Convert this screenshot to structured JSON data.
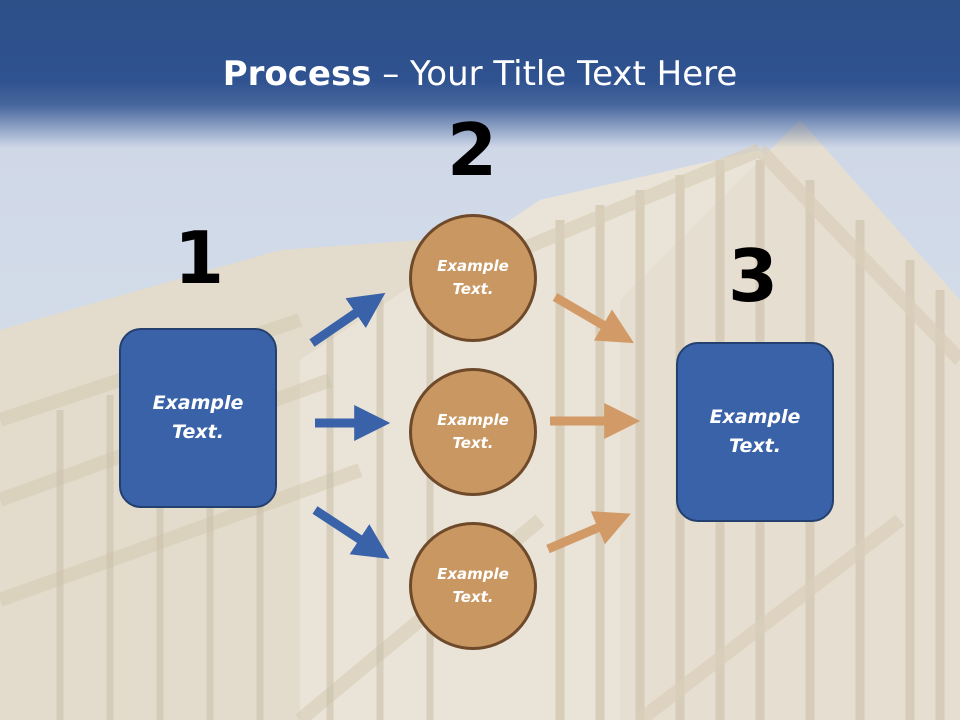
{
  "title": {
    "bold": "Process",
    "rest": " – Your Title Text Here"
  },
  "steps": [
    {
      "number": "1",
      "label": "Example\nText."
    },
    {
      "number": "2",
      "circles": [
        {
          "label": "Example\nText."
        },
        {
          "label": "Example\nText."
        },
        {
          "label": "Example\nText."
        }
      ]
    },
    {
      "number": "3",
      "label": "Example\nText."
    }
  ],
  "colors": {
    "title_bar": "#2d5089",
    "box_fill": "#3a62a8",
    "circle_fill": "#c99762",
    "blue_arrow": "#3a62a8",
    "orange_arrow": "#d19a66"
  }
}
